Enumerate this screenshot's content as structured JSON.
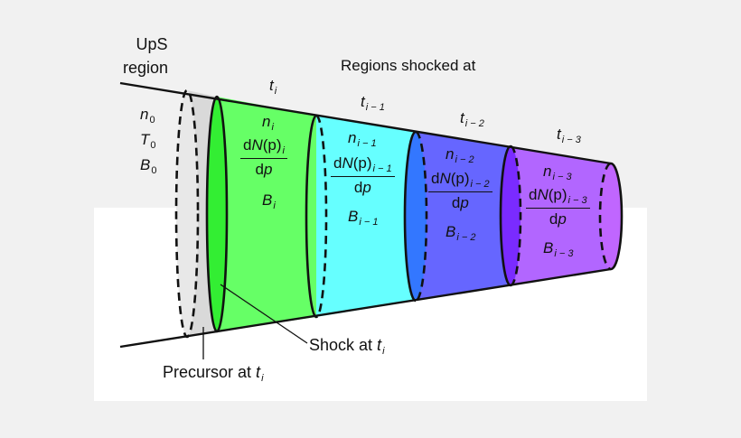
{
  "header": {
    "ups_line1": "UpS",
    "ups_line2": "region",
    "regions_shocked": "Regions shocked at"
  },
  "times": {
    "t": "t",
    "sub_i": "i",
    "sub_i1": "i − 1",
    "sub_i2": "i − 2",
    "sub_i3": "i − 3"
  },
  "upstream": {
    "n": "n",
    "T": "T",
    "B": "B",
    "zero": "0"
  },
  "symbols": {
    "n": "n",
    "d": "d",
    "N": "N",
    "p_paren": "(p)",
    "p": "p",
    "B": "B"
  },
  "captions": {
    "shock_prefix": "Shock at ",
    "precursor_prefix": "Precursor at ",
    "t": "t",
    "i": "i"
  },
  "colors": {
    "background": "#f1f1f1",
    "panel": "#ffffff",
    "upstream": "#d9d9d9",
    "region_i": "#66ff66",
    "region_i1": "#66ffff",
    "region_i2": "#6666ff",
    "region_i3": "#b266ff",
    "shock_face": "#33ee33",
    "face_i1": "#3377ff",
    "face_i2": "#7a2bff",
    "face_end": "#c066ff"
  }
}
